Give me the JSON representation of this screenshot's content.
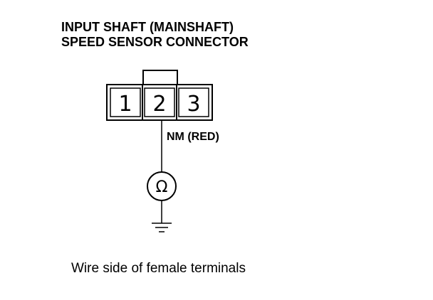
{
  "title": {
    "line1": "INPUT SHAFT (MAINSHAFT)",
    "line2": "SPEED SENSOR CONNECTOR"
  },
  "connector": {
    "pins": [
      "1",
      "2",
      "3"
    ]
  },
  "wire": {
    "label": "NM (RED)"
  },
  "meter": {
    "symbol": "Ω",
    "icon": "ohmmeter-icon"
  },
  "ground": {
    "icon": "ground-icon"
  },
  "caption": "Wire side of female terminals"
}
